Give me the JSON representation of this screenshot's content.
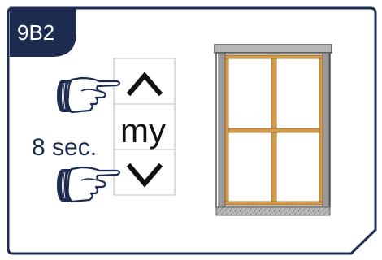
{
  "step": {
    "label": "9B2"
  },
  "instruction": {
    "hold_duration": "8 sec."
  },
  "remote": {
    "up_button": {
      "icon": "chevron-up-icon"
    },
    "my_button": {
      "label": "my"
    },
    "down_button": {
      "icon": "chevron-down-icon"
    }
  },
  "hands": {
    "top": {
      "icon": "pointing-hand-icon"
    },
    "bottom": {
      "icon": "pointing-hand-icon"
    }
  },
  "window": {
    "icon": "window-frame-icon"
  },
  "colors": {
    "frame_border": "#1c2b4f",
    "badge_fill": "#1c2b4f",
    "hand_stroke": "#1c2b4f",
    "window_wood": "#d39a4c",
    "window_frame": "#7d7d7d"
  }
}
